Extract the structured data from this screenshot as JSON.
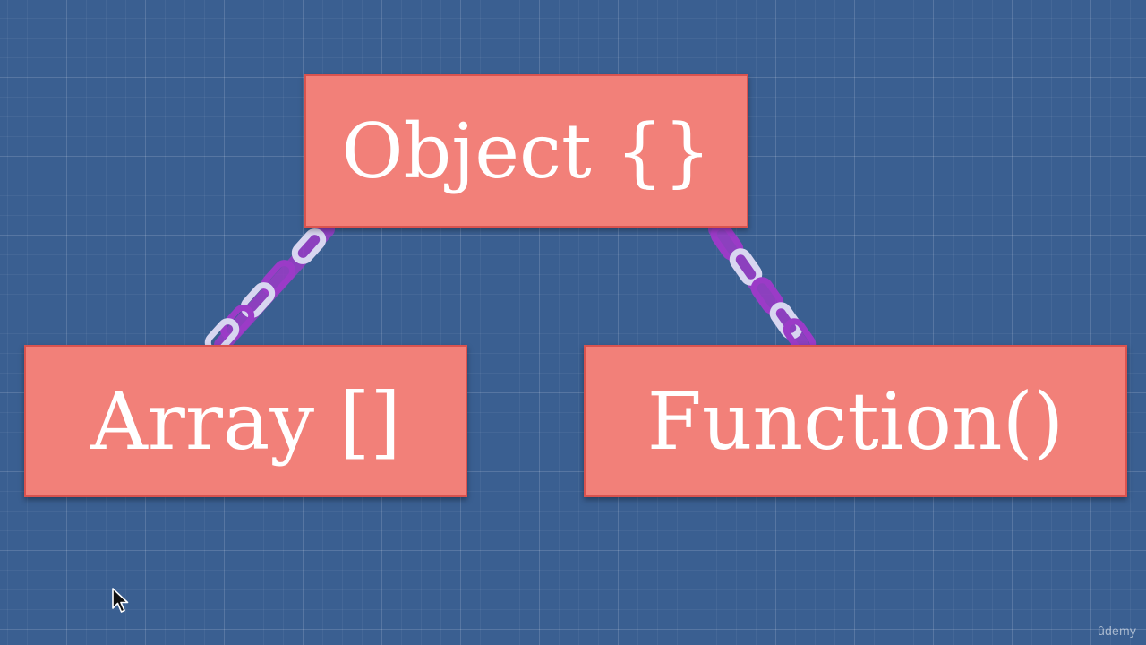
{
  "nodes": {
    "object_label": "Object {}",
    "array_label": "Array []",
    "function_label": "Function()"
  },
  "watermark": "ûdemy",
  "colors": {
    "background": "#3a5f91",
    "node_fill": "#f28079",
    "node_border": "#d9534f",
    "chain_light": "#d8d6f0",
    "chain_dark": "#9b3bc7"
  },
  "icons": [
    "chain-link-icon",
    "mouse-cursor-icon"
  ]
}
